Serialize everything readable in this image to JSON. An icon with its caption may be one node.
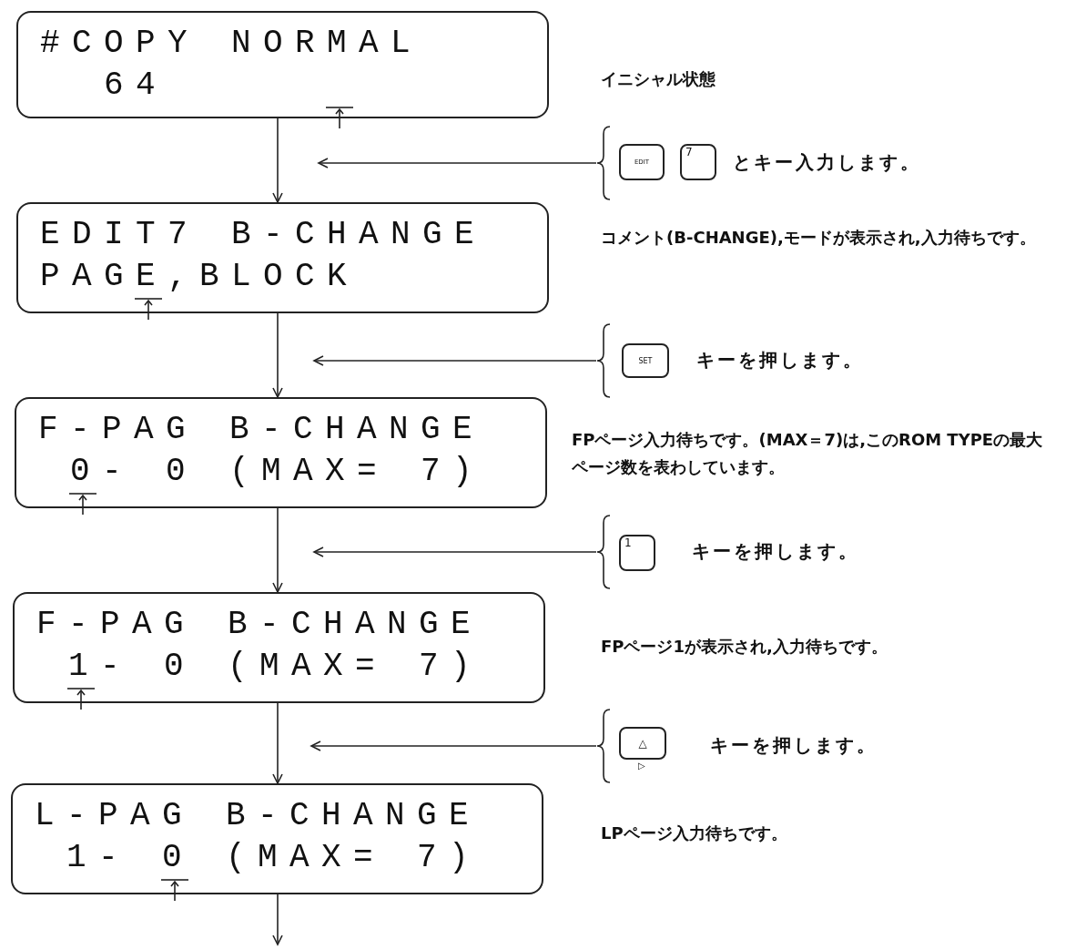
{
  "diagram": {
    "nodes": [
      {
        "text": [
          "#COPY NORMAL",
          "64"
        ],
        "beside": [
          "イニシャル状態"
        ]
      },
      {
        "text": [
          "とキー入力します。"
        ]
      },
      {
        "text": [
          "EDIT"
        ],
        "in": 1
      },
      {
        "text": [
          "7"
        ],
        "in": 1
      },
      {
        "text": [
          "EDIT7 B-CHANGE",
          "PAGE,BLOCK"
        ],
        "beside": [
          "コメント(B-CHANGE),モードが表示され,入力待ちです。"
        ]
      },
      {
        "text": [
          "キーを押します。"
        ]
      },
      {
        "text": [
          "SET"
        ],
        "in": 5
      },
      {
        "text": [
          "F-PAG B-CHANGE",
          "0- 0 (MAX= 7)"
        ],
        "beside": [
          "FPページ入力待ちです。(MAX＝7)は,このROM TYPEの最大ページ数を表わしています。"
        ]
      },
      {
        "text": [
          "キーを押します。"
        ]
      },
      {
        "text": [
          "1"
        ],
        "in": 8
      },
      {
        "text": [
          "F-PAG B-CHANGE",
          "1- 0 (MAX= 7)"
        ],
        "beside": [
          "FPページ1が表示され,入力待ちです。"
        ]
      },
      {
        "text": [
          "キーを押します。"
        ]
      },
      {
        "text": [
          "△",
          "▷"
        ],
        "in": 11
      },
      {
        "text": [
          "L-PAG B-CHANGE",
          "1- 0 (MAX= 7)"
        ],
        "beside": [
          "LPページ入力待ちです。"
        ]
      }
    ],
    "edges": [
      {
        "from": 0,
        "to": 4,
        "arrow": "to"
      },
      {
        "from": 1,
        "to": null,
        "arrow": "to"
      },
      {
        "from": 4,
        "to": 7,
        "arrow": "to"
      },
      {
        "from": 5,
        "to": null,
        "arrow": "to"
      },
      {
        "from": 7,
        "to": 10,
        "arrow": "to"
      },
      {
        "from": 8,
        "to": null,
        "arrow": "to"
      },
      {
        "from": 10,
        "to": 13,
        "arrow": "to"
      },
      {
        "from": 11,
        "to": null,
        "arrow": "to"
      },
      {
        "from": 13,
        "to": null,
        "arrow": "to"
      }
    ]
  }
}
